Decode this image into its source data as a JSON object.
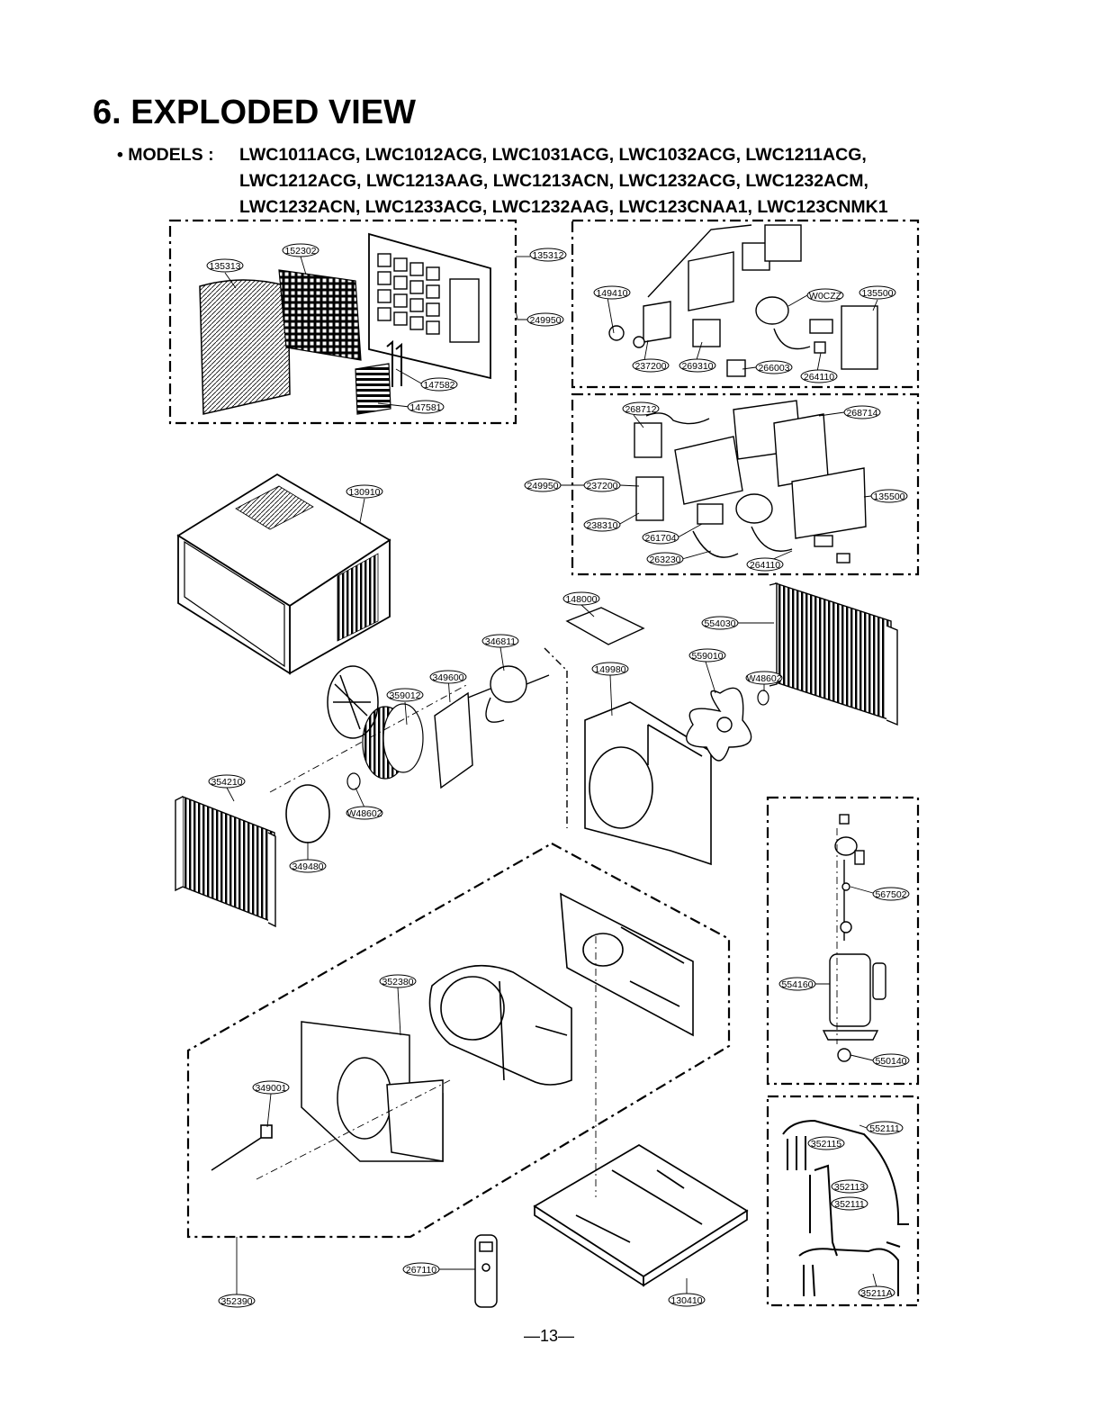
{
  "header": {
    "title": "6. EXPLODED VIEW",
    "models_label": "• MODELS :",
    "model_lines": [
      "LWC1011ACG, LWC1012ACG, LWC1031ACG, LWC1032ACG, LWC1211ACG,",
      "LWC1212ACG, LWC1213AAG, LWC1213ACN, LWC1232ACG, LWC1232ACM,",
      "LWC1232ACN, LWC1233ACG, LWC1232AAG, LWC123CNAA1, LWC123CNMK1"
    ]
  },
  "callouts": {
    "c135313": "135313",
    "c152302": "152302",
    "c135312": "135312",
    "c249950a": "249950",
    "c147582": "147582",
    "c147581": "147581",
    "c149410": "149410",
    "cW0CZZ": "W0CZZ",
    "c135500a": "135500",
    "c237200a": "237200",
    "c269310": "269310",
    "c266003": "266003",
    "c264110a": "264110",
    "c268712": "268712",
    "c268714": "268714",
    "c249950b": "249950",
    "c237200b": "237200",
    "c135500b": "135500",
    "c238310": "238310",
    "c261704": "261704",
    "c263230": "263230",
    "c264110b": "264110",
    "c130910": "130910",
    "c148000": "148000",
    "c554030": "554030",
    "c346811": "346811",
    "c349600": "349600",
    "c149980": "149980",
    "c559010": "559010",
    "cW48602a": "W48602",
    "c359012": "359012",
    "c354210": "354210",
    "cW48602b": "W48602",
    "c349480": "349480",
    "c567502": "567502",
    "c554160": "554160",
    "c550140": "550140",
    "c352380": "352380",
    "c349001": "349001",
    "c552111": "552111",
    "c352115": "352115",
    "c352113": "352113",
    "c352111": "352111",
    "c35211A": "35211A",
    "c267110": "267110",
    "c130410": "130410",
    "c352390": "352390"
  },
  "footer": {
    "page_number": "—13—"
  }
}
